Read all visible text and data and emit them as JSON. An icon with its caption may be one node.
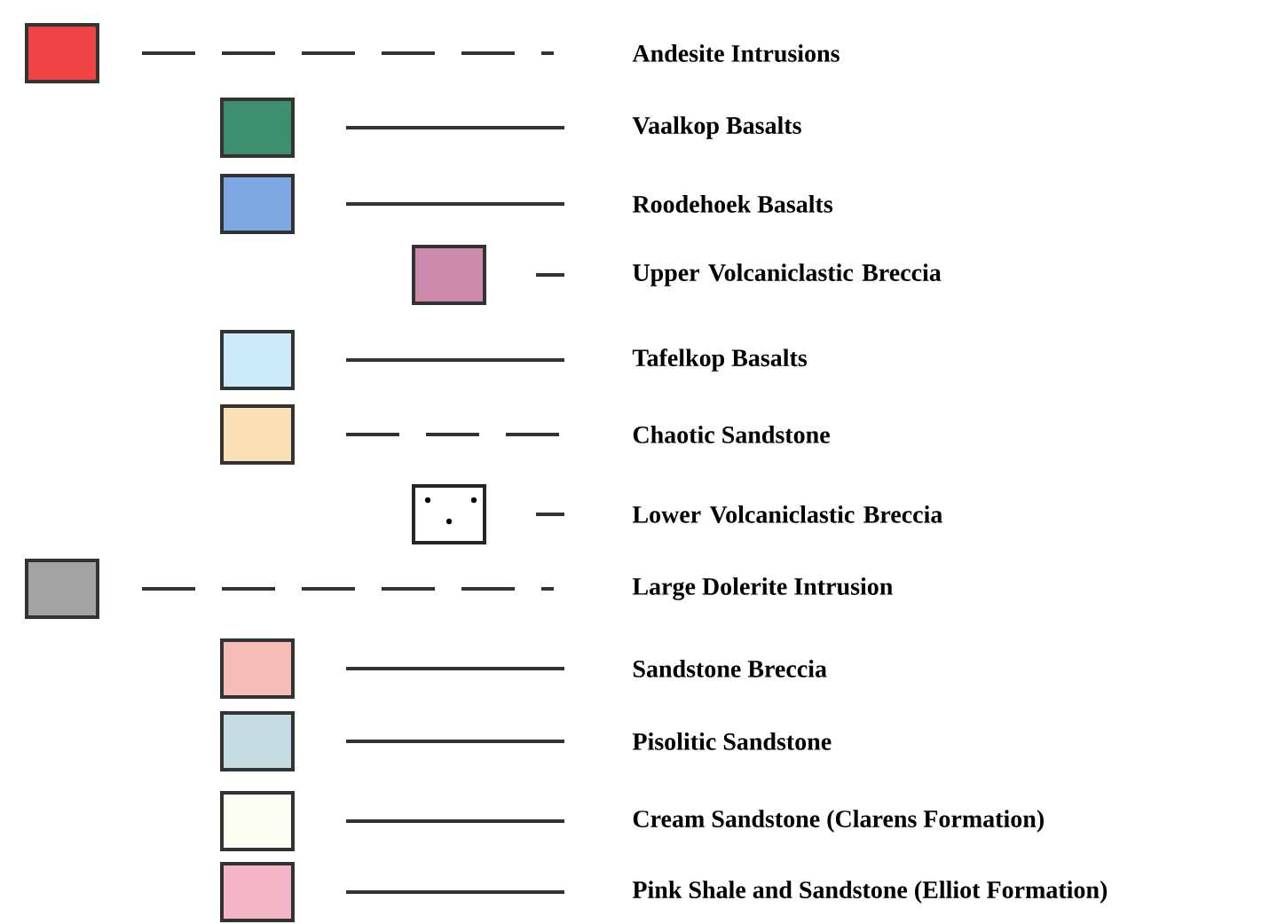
{
  "diagram": {
    "legend": [
      {
        "text": "Andesite Intrusions",
        "color": "#f04444"
      },
      {
        "text": "Vaalkop Basalts",
        "color": "#3f8f6f"
      },
      {
        "text": "Roodehoek Basalts",
        "color": "#7ea6e0"
      },
      {
        "text": "Upper Volcaniclastic Breccia",
        "color": "#cc8aaa"
      },
      {
        "text": "Tafelkop Basalts",
        "color": "#cbe9f8"
      },
      {
        "text": "Chaotic Sandstone",
        "color": "#f8dfb6"
      },
      {
        "text": "Lower Volcaniclastic Breccia"
      },
      {
        "text": "Large Dolerite Intrusion",
        "color": "#a4a4a4"
      },
      {
        "text": "Sandstone Breccia",
        "color": "#f6bcb8"
      },
      {
        "text": "Pisolitic Sandstone",
        "color": "#c6dce4"
      },
      {
        "text": "Cream Sandstone (Clarens Formation)",
        "color": "#fdfcf2"
      },
      {
        "text": "Pink Shale and Sandstone (Elliot Formation)",
        "color": "#f4b6c6"
      }
    ]
  }
}
